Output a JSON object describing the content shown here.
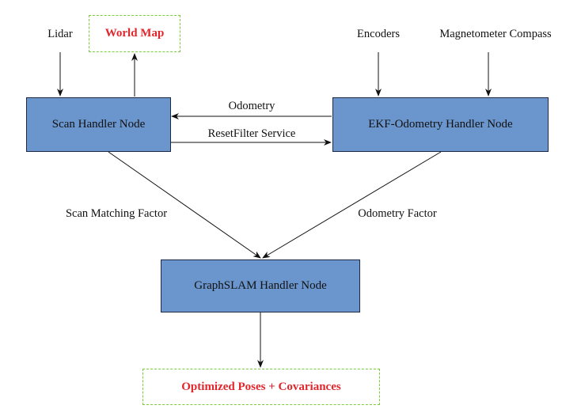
{
  "inputs": {
    "lidar": "Lidar",
    "encoders": "Encoders",
    "magnetometer": "Magnetometer Compass"
  },
  "outputs": {
    "world_map": "World Map",
    "optimized_poses": "Optimized Poses + Covariances"
  },
  "nodes": {
    "scan_handler": "Scan Handler Node",
    "ekf_handler": "EKF-Odometry Handler Node",
    "graphslam_handler": "GraphSLAM Handler Node"
  },
  "edges": {
    "odometry": "Odometry",
    "reset_filter": "ResetFilter Service",
    "scan_matching_factor": "Scan Matching Factor",
    "odometry_factor": "Odometry Factor"
  },
  "colors": {
    "node_fill": "#6a96cd",
    "output_text": "#e0262c",
    "output_border": "#7ccc3c"
  }
}
